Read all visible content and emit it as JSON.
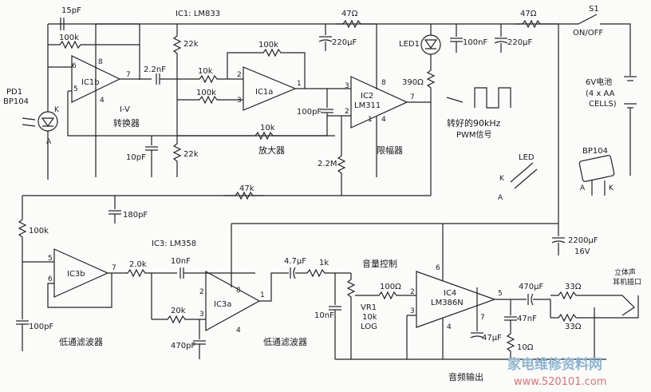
{
  "labels": {
    "ic1": "IC1: LM833",
    "ic3": "IC3: LM358",
    "ic1b": "IC1b",
    "ic1a": "IC1a",
    "ic2": "IC2",
    "ic2_part": "LM311",
    "ic3b": "IC3b",
    "ic3a": "IC3a",
    "ic4": "IC4",
    "ic4_part": "LM386N",
    "pd1": "PD1",
    "pd1_part": "BP104",
    "led1": "LED1",
    "s1": "S1",
    "onoff": "ON/OFF",
    "battery": "6V电池",
    "battery_note1": "(4 x AA",
    "battery_note2": "CELLS)",
    "led_label": "LED",
    "bp104": "BP104",
    "pwm_note1": "转好的90kHz",
    "pwm_note2": "PWM信号",
    "iv": "I-V",
    "conv": "转换器",
    "amp": "放大器",
    "limiter": "限幅器",
    "lpf1": "低通滤波器",
    "lpf2": "低通滤波器",
    "vol": "音量控制",
    "audio_out": "音频输出",
    "jack1": "立体声",
    "jack2": "耳机插口",
    "vr1": "VR1",
    "vr1_val": "10k",
    "vr1_log": "LOG",
    "watermark1": "家电维修资料网",
    "watermark2": "www.520101.com"
  },
  "components": {
    "c15p": "15pF",
    "r100k_fb": "100k",
    "c22n": "2.2nF",
    "r22k_top": "22k",
    "r22k_bot": "22k",
    "c10p": "10pF",
    "r10k_in": "10k",
    "r100k_in": "100k",
    "r100k_ic1a": "100k",
    "r10k_long": "10k",
    "c100p": "100pF",
    "r22m": "2.2M",
    "r47_1": "47Ω",
    "c220u_1": "220μF",
    "r390": "390Ω",
    "c100n": "100nF",
    "r47_2": "47Ω",
    "c220u_2": "220μF",
    "r47k": "47k",
    "r100k_lp": "100k",
    "c180p": "180pF",
    "c100p_lp": "100pF",
    "r20k_1": "2.0k",
    "c10n": "10nF",
    "r20k_2": "20k",
    "c470p": "470pF",
    "c47u": "4.7μF",
    "r1k": "1k",
    "c10nF": "10nF",
    "r100": "100Ω",
    "c2200u": "2200μF",
    "c2200u_v": "16V",
    "c470u": "470μF",
    "c47n": "47nF",
    "r10": "10Ω",
    "r33_1": "33Ω",
    "r33_2": "33Ω",
    "c47u_out": "47μF"
  },
  "pins": {
    "p1": "1",
    "p2": "2",
    "p3": "3",
    "p4": "4",
    "p5": "5",
    "p6": "6",
    "p7": "7",
    "p8": "8"
  },
  "pd_pins": {
    "k": "K",
    "a": "A"
  }
}
